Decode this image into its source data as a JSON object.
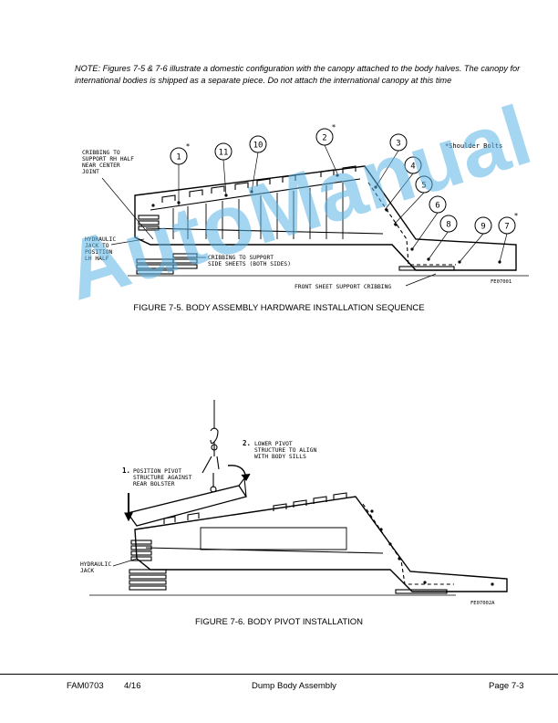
{
  "note": "NOTE: Figures 7-5 & 7-6 illustrate a domestic configuration with the canopy attached to the body halves. The canopy for international bodies is shipped as a separate piece. Do not attach the international canopy at this time",
  "figure_5": {
    "caption": "FIGURE 7-5. BODY ASSEMBLY HARDWARE INSTALLATION SEQUENCE",
    "code": "FE07001",
    "labels": {
      "cribbing_rh": [
        "CRIBBING TO",
        "SUPPORT RH HALF",
        "NEAR CENTER",
        "JOINT"
      ],
      "hydraulic_jack": [
        "HYDRAULIC",
        "JACK TO",
        "POSITION",
        "LH HALF"
      ],
      "cribbing_side": [
        "CRIBBING TO SUPPORT",
        "SIDE SHEETS (BOTH SIDES)"
      ],
      "front_sheet": "FRONT SHEET SUPPORT CRIBBING",
      "shoulder_bolts": "*Shoulder Bolts"
    },
    "callouts": [
      "1",
      "11",
      "10",
      "2",
      "3",
      "4",
      "5",
      "6",
      "8",
      "9",
      "7"
    ],
    "asterisk": "*"
  },
  "figure_6": {
    "caption": "FIGURE 7-6. BODY PIVOT INSTALLATION",
    "code": "FE07002A",
    "step1_num": "1.",
    "step1": [
      "POSITION PIVOT",
      "STRUCTURE AGAINST",
      "REAR BOLSTER"
    ],
    "step2_num": "2.",
    "step2": [
      "LOWER PIVOT",
      "STRUCTURE TO ALIGN",
      "WITH BODY SILLS"
    ],
    "hydraulic_jack": [
      "HYDRAULIC",
      "JACK"
    ]
  },
  "watermark": "AutoManual",
  "footer": {
    "doc_id": "FAM0703",
    "date": "4/16",
    "section": "Dump Body Assembly",
    "page": "Page 7-3"
  }
}
